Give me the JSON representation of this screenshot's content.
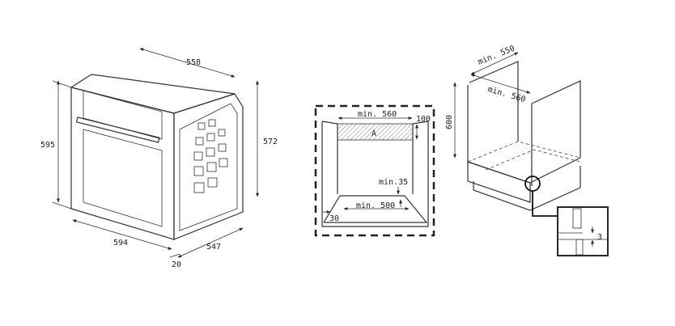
{
  "oven_view": {
    "width": "558",
    "height_front": "595",
    "height_side": "572",
    "front_width": "594",
    "depth": "547",
    "front_thickness": "20"
  },
  "niche_view": {
    "min_width": "min. 560",
    "top_height": "100",
    "zone_label": "A",
    "min_gap": "min.35",
    "min_bottom_width": "min. 500",
    "side_gap": "30"
  },
  "cabinet_view": {
    "min_depth": "min. 550",
    "min_width": "min. 560",
    "height": "600",
    "detail_gap": "3"
  }
}
